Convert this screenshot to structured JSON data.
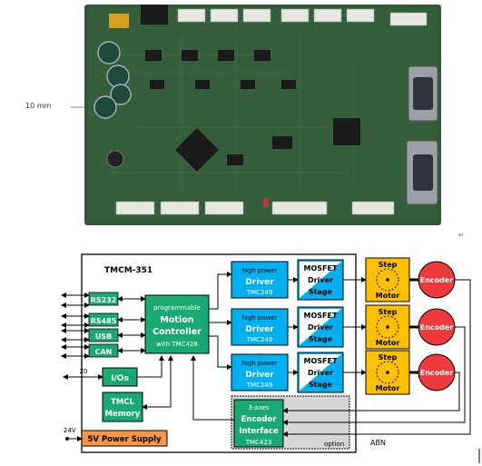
{
  "photo": {
    "scale_label": "10 mm"
  },
  "diagram": {
    "module_title": "TMCM-351",
    "interfaces": [
      "RS232",
      "RS485",
      "USB",
      "CAN"
    ],
    "controller": {
      "line1": "programmable",
      "line2": "Motion",
      "line3": "Controller",
      "line4": "with TMC428"
    },
    "io_count": "20",
    "ios_label": "I/Os",
    "tmcl_memory": {
      "line1": "TMCL",
      "line2": "Memory"
    },
    "supply_voltage": "24V",
    "power_supply": "5V Power Supply",
    "drivers": [
      {
        "line1": "high power",
        "line2": "Driver",
        "line3": "TMC249"
      },
      {
        "line1": "high power",
        "line2": "Driver",
        "line3": "TMC249"
      },
      {
        "line1": "high power",
        "line2": "Driver",
        "line3": "TMC249"
      }
    ],
    "mosfet": {
      "line1": "MOSFET",
      "line2": "Driver",
      "line3": "Stage"
    },
    "step_motor": {
      "line1": "Step",
      "line2": "Motor"
    },
    "encoder": "Encoder",
    "encoder_interface": {
      "line1": "3-axes",
      "line2": "Encoder",
      "line3": "Interface",
      "line4": "TMC423"
    },
    "option_label": "option",
    "abn_label": "ABN"
  },
  "colors": {
    "driver_blue": "#00b0f0",
    "mosfet_blue": "#00b0f0",
    "motor_yellow": "#ffc000",
    "encoder_red": "#ee3a3a",
    "green_block": "#19a974",
    "power_orange": "#f79646",
    "pcb_green": "#2f5b33"
  }
}
